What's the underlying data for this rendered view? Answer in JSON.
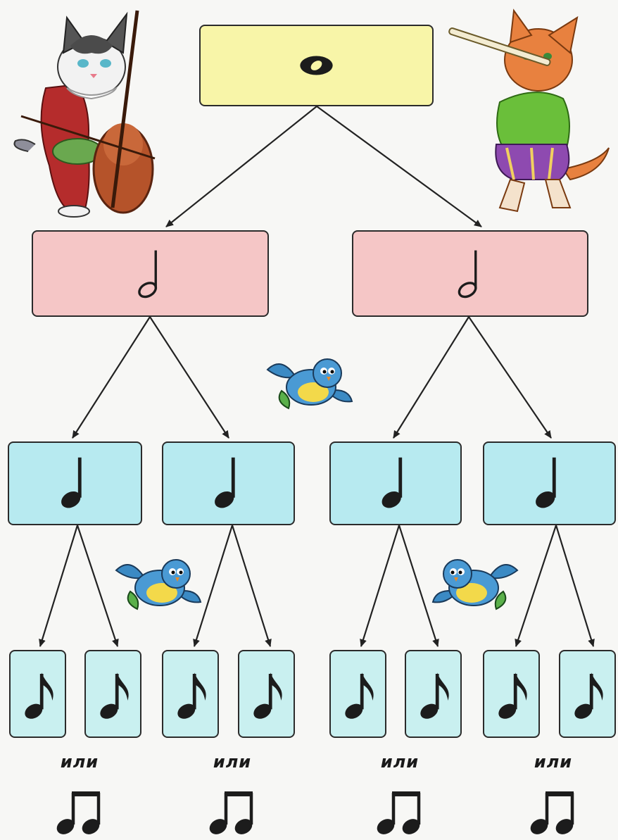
{
  "colors": {
    "whole_box": "#f8f5a8",
    "half_box": "#f5c6c6",
    "quarter_box": "#b7eaf0",
    "eighth_box": "#c9f0f0",
    "ink": "#1c1c1c",
    "arrow": "#222222"
  },
  "levels": {
    "whole": {
      "note": "whole",
      "count": 1
    },
    "half": {
      "note": "half",
      "count": 2
    },
    "quarter": {
      "note": "quarter",
      "count": 4
    },
    "eighth": {
      "note": "eighth",
      "count": 8
    }
  },
  "alternative_label": "или",
  "alternatives": [
    {
      "label": "или",
      "note": "beamed-eighths"
    },
    {
      "label": "или",
      "note": "beamed-eighths"
    },
    {
      "label": "или",
      "note": "beamed-eighths"
    },
    {
      "label": "или",
      "note": "beamed-eighths"
    }
  ],
  "illustrations": [
    "cat-cello-icon",
    "cat-flute-icon",
    "bird-icon",
    "bird-icon",
    "bird-icon"
  ]
}
